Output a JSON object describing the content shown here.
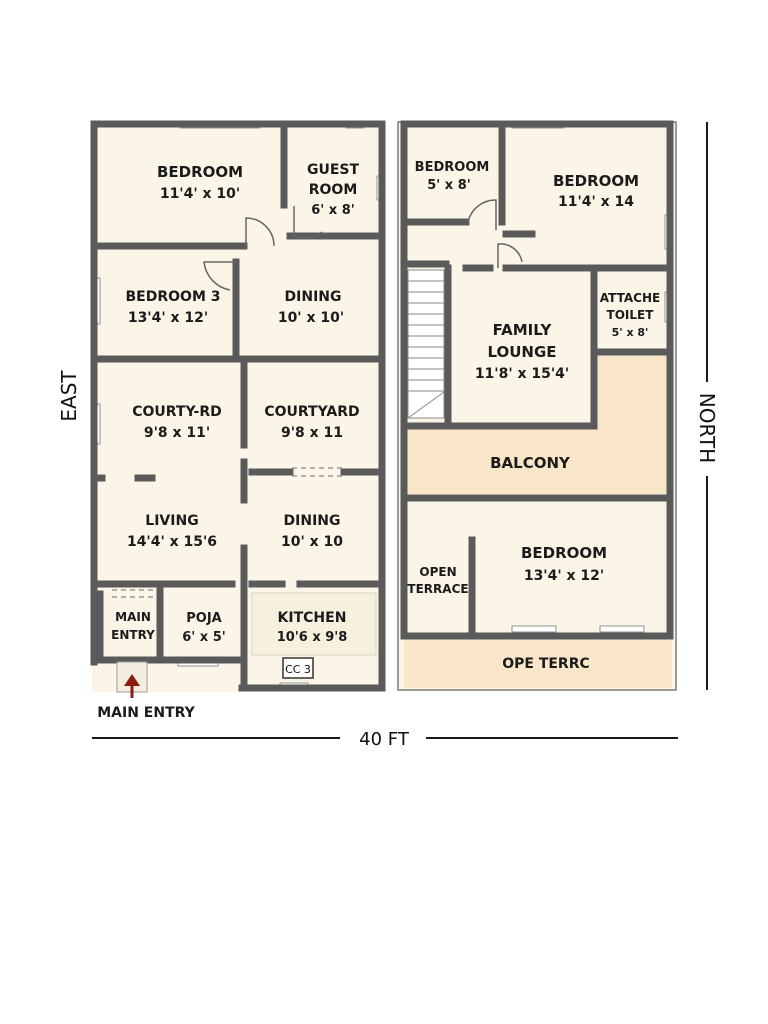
{
  "colors": {
    "wall": "#5a5a5a",
    "floor": "#faf5e6",
    "tan": "#f9e5c8",
    "arrow": "#8c1c12",
    "line": "#1a1a1a"
  },
  "ground_floor": {
    "bedroom": {
      "name": "BEDROOM",
      "size": "11'4' x 10'"
    },
    "guest_room": {
      "name_1": "GUEST",
      "name_2": "ROOM",
      "size": "6' x 8'"
    },
    "bedroom_3": {
      "name": "BEDROOM 3",
      "size": "13'4' x 12'"
    },
    "dining_top": {
      "name": "DINING",
      "size": "10' x 10'"
    },
    "courtyard_left": {
      "name": "COURTY-RD",
      "size": "9'8 x 11'"
    },
    "courtyard_right": {
      "name": "COURTYARD",
      "size": "9'8 x 11"
    },
    "living": {
      "name": "LIVING",
      "size": "14'4' x 15'6"
    },
    "dining_bottom": {
      "name": "DINING",
      "size": "10' x 10"
    },
    "main_entry_room": {
      "name_1": "MAIN",
      "name_2": "ENTRY"
    },
    "pooja": {
      "name": "POJA",
      "size": "6' x 5'"
    },
    "kitchen": {
      "name": "KITCHEN",
      "size": "10'6 x 9'8"
    },
    "stove_label": "CC 3",
    "main_entry_label": "MAIN ENTRY"
  },
  "first_floor": {
    "bedroom_small": {
      "name": "BEDROOM",
      "size": "5' x 8'"
    },
    "bedroom_large": {
      "name": "BEDROOM",
      "size": "11'4' x 14"
    },
    "attached_toilet": {
      "name_1": "ATTACHE",
      "name_2": "TOILET",
      "size": "5' x 8'"
    },
    "family_lounge": {
      "name_1": "FAMILY",
      "name_2": "LOUNGE",
      "size": "11'8' x 15'4'"
    },
    "balcony": {
      "name": "BALCONY"
    },
    "open_terrace": {
      "name_1": "OPEN",
      "name_2": "TERRACE"
    },
    "bedroom_bottom": {
      "name": "BEDROOM",
      "size": "13'4' x 12'"
    },
    "open_terrace_bottom": {
      "name": "OPE TERRC"
    }
  },
  "labels": {
    "east": "EAST",
    "north": "NORTH",
    "width": "40 FT",
    "top_faint": "",
    "bottom_faint": ""
  }
}
